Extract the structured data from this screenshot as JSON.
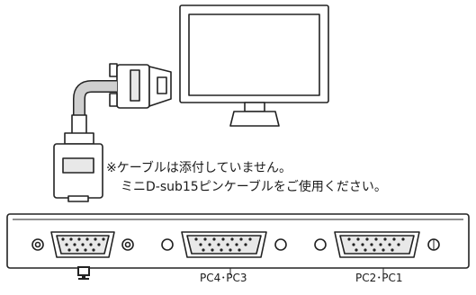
{
  "notes": {
    "line1": "※ケーブルは添付していません。",
    "line2": "ミニD-sub15ピンケーブルをご使用ください。"
  },
  "ports": {
    "monitor_icon": "monitor-icon",
    "pc_pair_a": "PC4･PC3",
    "pc_pair_b": "PC2･PC1"
  },
  "colors": {
    "stroke": "#222222",
    "fill": "#ffffff",
    "panel_gray": "#e8e8e8",
    "cable_gray": "#cfcfcf"
  }
}
